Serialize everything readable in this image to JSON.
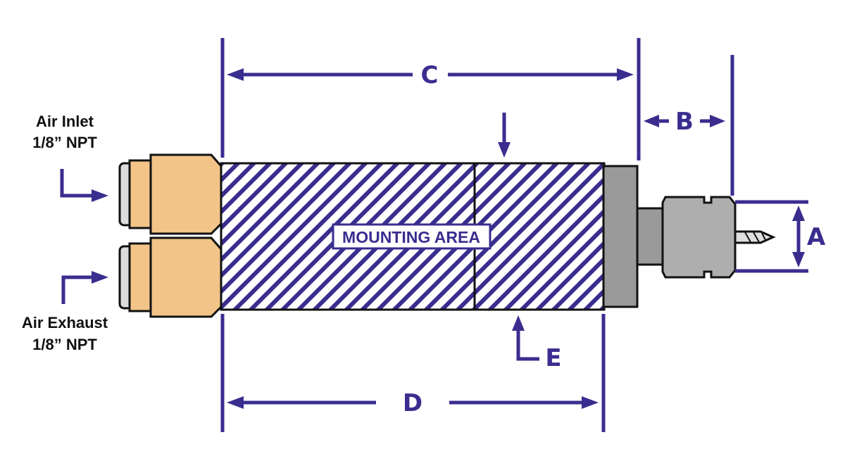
{
  "colors": {
    "dimension": "#3a2d8f",
    "body_hatch": "#3a2d8f",
    "fitting": "#f2c487",
    "fitting_cap": "#dcdcdc",
    "steel": "#9a9a9a",
    "steel_light": "#aeaeae",
    "outline": "#111111"
  },
  "labels": {
    "air_inlet_line1": "Air Inlet",
    "air_inlet_line2": "1/8” NPT",
    "air_exhaust_line1": "Air Exhaust",
    "air_exhaust_line2": "1/8” NPT",
    "mounting_area": "MOUNTING AREA"
  },
  "dimensions": {
    "a": "A",
    "b": "B",
    "c": "C",
    "d": "D",
    "e": "E"
  },
  "icons": {
    "inlet_arrow": "arrow-right-icon",
    "exhaust_arrow": "arrow-left-icon",
    "tool_bit": "drill-bit-icon"
  }
}
